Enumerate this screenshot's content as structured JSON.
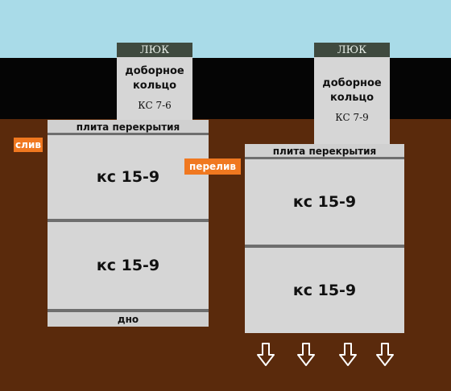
{
  "layers": {
    "sky_color": "#a9dbe8",
    "topsoil_color": "#050505",
    "soil_color": "#5a2a0c"
  },
  "left_well": {
    "hatch": "ЛЮК",
    "add_ring_line1": "доборное",
    "add_ring_line2": "кольцо",
    "add_ring_code": "КС 7-6",
    "slab": "плита перекрытия",
    "ring_top": "кс 15-9",
    "ring_bottom": "кс 15-9",
    "bottom": "дно",
    "drain_label": "слив"
  },
  "right_well": {
    "hatch": "ЛЮК",
    "add_ring_line1": "доборное",
    "add_ring_line2": "кольцо",
    "add_ring_code": "КС 7-9",
    "slab": "плита перекрытия",
    "ring_top": "кс 15-9",
    "ring_bottom": "кс 15-9",
    "overflow_label": "перелив",
    "seepage_icons": [
      "down-arrow-icon",
      "down-arrow-icon",
      "down-arrow-icon",
      "down-arrow-icon"
    ]
  },
  "colors": {
    "concrete": "#d6d6d6",
    "hatch": "#3f4a3f",
    "pipe_tag": "#f07820"
  }
}
